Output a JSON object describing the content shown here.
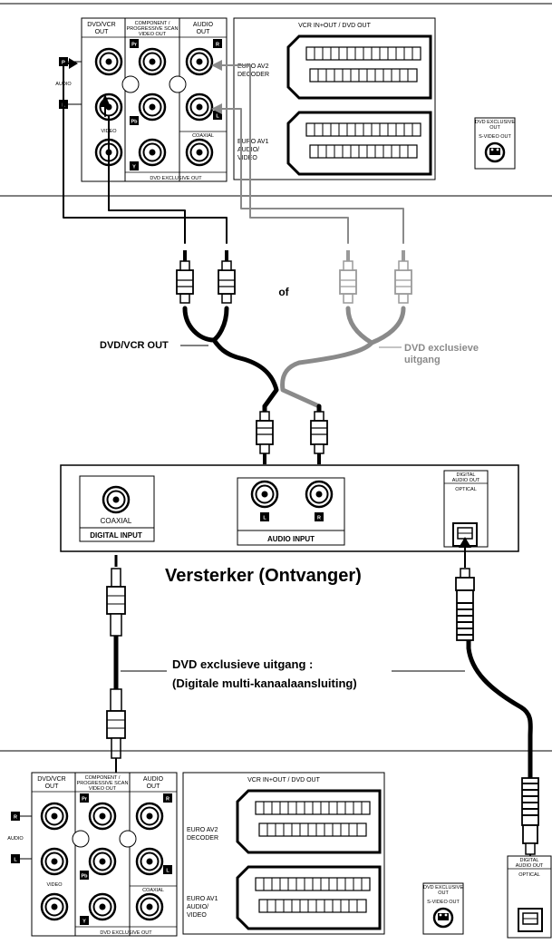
{
  "top_panel": {
    "dvdvcr_out": [
      "DVD/VCR",
      "OUT"
    ],
    "component": [
      "COMPONENT /",
      "PROGRESSIVE SCAN",
      "VIDEO OUT"
    ],
    "audio_out": [
      "AUDIO",
      "OUT"
    ],
    "badge_r": "R",
    "badge_l": "L",
    "audio_label": "AUDIO",
    "video_label": "VIDEO",
    "pr": "Pr",
    "pb": "Pb",
    "y": "Y",
    "coaxial": "COAXIAL",
    "dvd_exclusive_out": "DVD EXCLUSIVE OUT",
    "scart_title": "VCR IN+OUT / DVD OUT",
    "euro_av2": [
      "EURO AV2",
      "DECODER"
    ],
    "euro_av1": [
      "EURO AV1",
      "AUDIO/",
      "VIDEO"
    ],
    "svideo_box": [
      "DVD EXCLUSIVE",
      "OUT"
    ],
    "svideo_out": "S-VIDEO OUT"
  },
  "middle": {
    "of": "of",
    "dvdvcr_out_label": "DVD/VCR OUT",
    "dvd_exclusive": [
      "DVD exclusieve",
      "uitgang"
    ]
  },
  "amplifier": {
    "coaxial": "COAXIAL",
    "digital_input": "DIGITAL INPUT",
    "audio_input": "AUDIO INPUT",
    "badge_l": "L",
    "badge_r": "R",
    "digital_audio_out": [
      "DIGITAL",
      "AUDIO OUT"
    ],
    "optical": "OPTICAL",
    "title": "Versterker (Ontvanger)"
  },
  "digital_caption": {
    "line1": "DVD exclusieve uitgang :",
    "line2": "(Digitale multi-kanaalaansluiting)"
  },
  "bottom_panel": {
    "dvdvcr_out": [
      "DVD/VCR",
      "OUT"
    ],
    "component": [
      "COMPONENT /",
      "PROGRESSIVE SCAN",
      "VIDEO OUT"
    ],
    "audio_out": [
      "AUDIO",
      "OUT"
    ],
    "badge_r": "R",
    "badge_l": "L",
    "audio_label": "AUDIO",
    "video_label": "VIDEO",
    "pr": "Pr",
    "pb": "Pb",
    "y": "Y",
    "coaxial": "COAXIAL",
    "dvd_exclusive_out": "DVD EXCLUSIVE OUT",
    "scart_title": "VCR IN+OUT / DVD OUT",
    "euro_av2": [
      "EURO AV2",
      "DECODER"
    ],
    "euro_av1": [
      "EURO AV1",
      "AUDIO/",
      "VIDEO"
    ],
    "svideo_box": [
      "DVD EXCLUSIVE",
      "OUT"
    ],
    "svideo_out": "S-VIDEO OUT",
    "digital_audio_out": [
      "DIGITAL",
      "AUDIO OUT"
    ],
    "optical": "OPTICAL"
  }
}
